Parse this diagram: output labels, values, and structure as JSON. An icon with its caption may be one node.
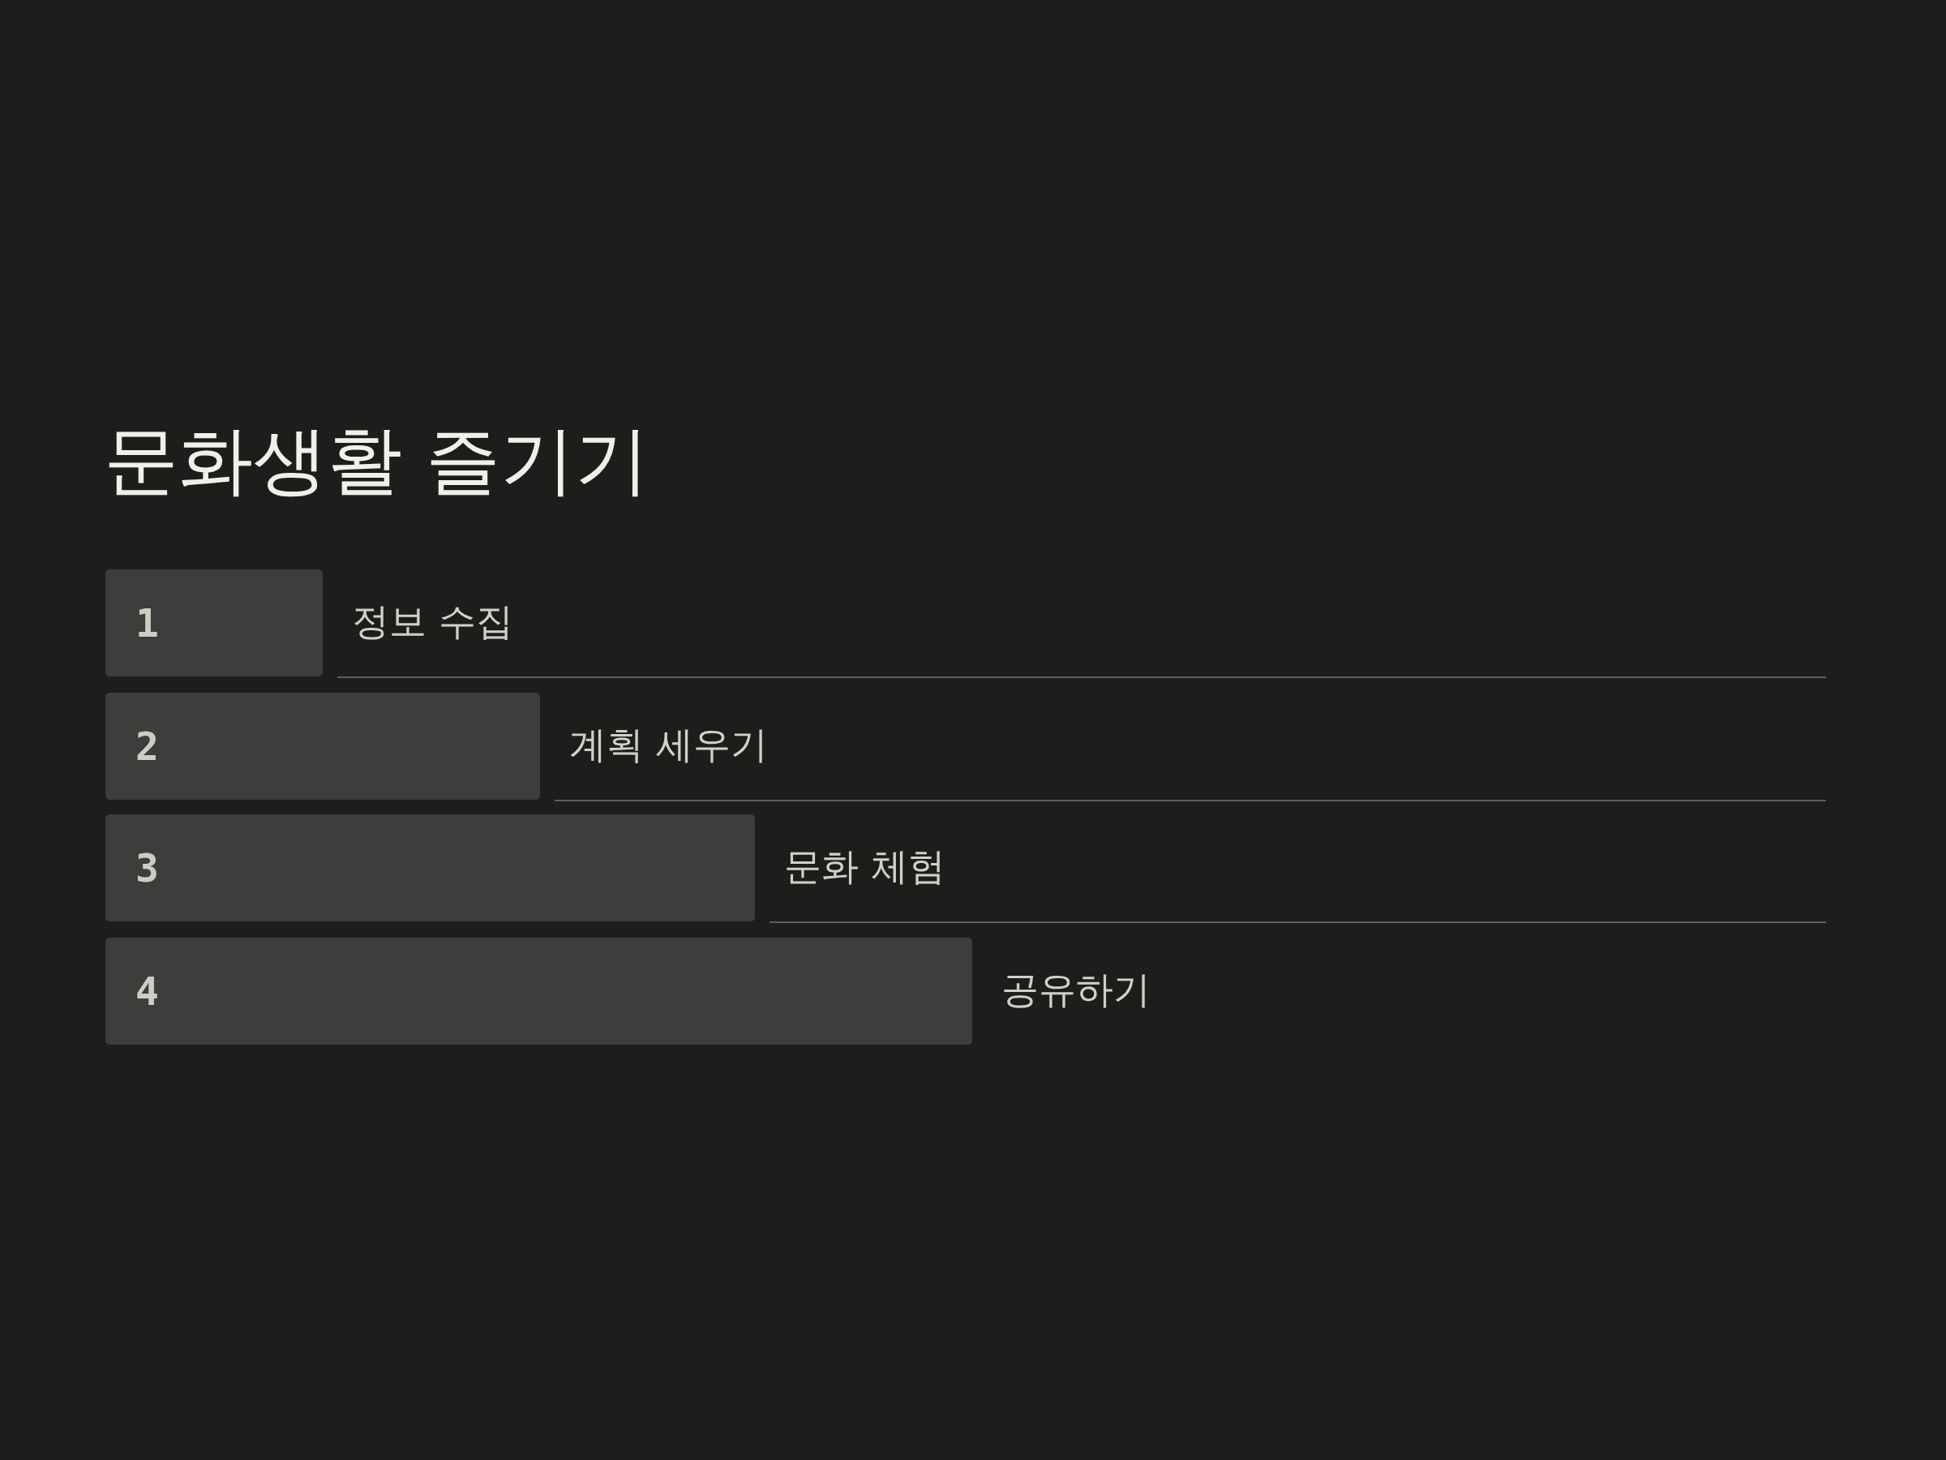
{
  "diagram": {
    "title": "문화생활 즐기기",
    "nodes": [
      {
        "text": [
          "1"
        ],
        "beside": [
          "정보 수집"
        ]
      },
      {
        "text": [
          "2"
        ],
        "beside": [
          "계획 세우기"
        ]
      },
      {
        "text": [
          "3"
        ],
        "beside": [
          "문화 체험"
        ]
      },
      {
        "text": [
          "4"
        ],
        "beside": [
          "공유하기"
        ]
      }
    ]
  }
}
